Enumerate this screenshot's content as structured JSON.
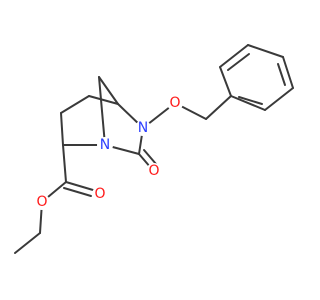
{
  "molecule": {
    "atoms": [
      {
        "id": "n1",
        "symbol": "N"
      },
      {
        "id": "n2",
        "symbol": "N"
      },
      {
        "id": "o_ether",
        "symbol": "O"
      },
      {
        "id": "o_carbonyl",
        "symbol": "O"
      },
      {
        "id": "o_ester_carbonyl",
        "symbol": "O"
      },
      {
        "id": "o_ester",
        "symbol": "O"
      }
    ]
  },
  "colors": {
    "carbon_bond": "#3a3a3a",
    "nitrogen": "#2d3fff",
    "oxygen": "#ff1a1a"
  }
}
